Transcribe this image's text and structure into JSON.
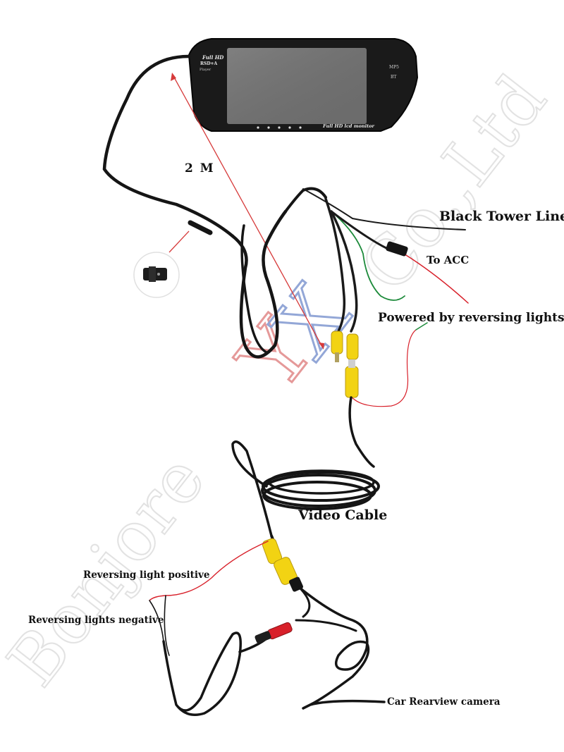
{
  "monitor": {
    "badge_line1": "Full HD",
    "badge_line2": "RSD+A",
    "badge_line3": "Player",
    "right_top": "MP5",
    "right_bottom": "BT",
    "bottom_brand": "Full HD lcd monitor"
  },
  "labels": {
    "cable_length": "2 M",
    "black_tower_line": "Black Tower Line",
    "to_acc": "To ACC",
    "powered_by_reversing_lights": "Powered by reversing lights",
    "video_cable": "Video Cable",
    "reversing_light_positive": "Reversing light positive",
    "reversing_lights_negative": "Reversing lights negative",
    "car_rearview_camera": "Car Rearview camera"
  },
  "watermark": {
    "text": "Bonjore YX Co.,Ltd",
    "x_letter_colors": [
      "#d04545",
      "#3b5fb6"
    ]
  },
  "colors": {
    "cable": "#151515",
    "rca_yellow": "#f2d313",
    "acc_red": "#d8202a",
    "green_wire": "#1c8a3a",
    "measure_line": "#d63a3a"
  }
}
